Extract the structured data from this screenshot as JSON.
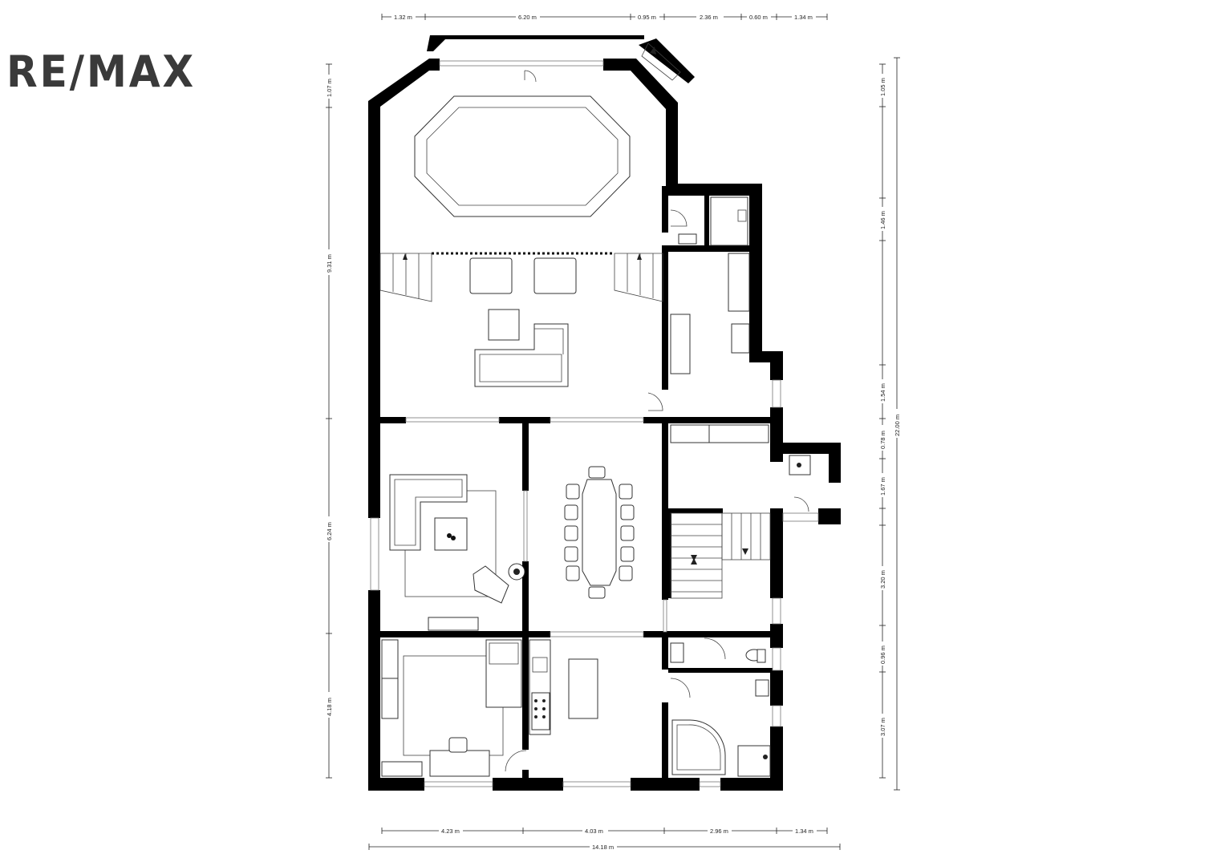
{
  "brand": {
    "logo_text": "RE/MAX",
    "logo_color": "#3a3a3a"
  },
  "dimensions": {
    "top": [
      "1.32 m",
      "6.20 m",
      "0.95 m",
      "2.36 m",
      "0.60 m",
      "1.34 m"
    ],
    "bottom": [
      "4.23 m",
      "4.03 m",
      "2.96 m",
      "1.34 m"
    ],
    "bottom_total": "14.18 m",
    "left": [
      "1.07 m",
      "9.31 m",
      "6.24 m",
      "4.18 m"
    ],
    "right": [
      "1.05 m",
      "1.46 m",
      "1.54 m",
      "0.78 m",
      "1.67 m",
      "3.20 m",
      "0.96 m",
      "3.07 m"
    ],
    "right_total": "22.00 m"
  },
  "colors": {
    "wall": "#000000",
    "line": "#333333",
    "background": "#ffffff"
  }
}
